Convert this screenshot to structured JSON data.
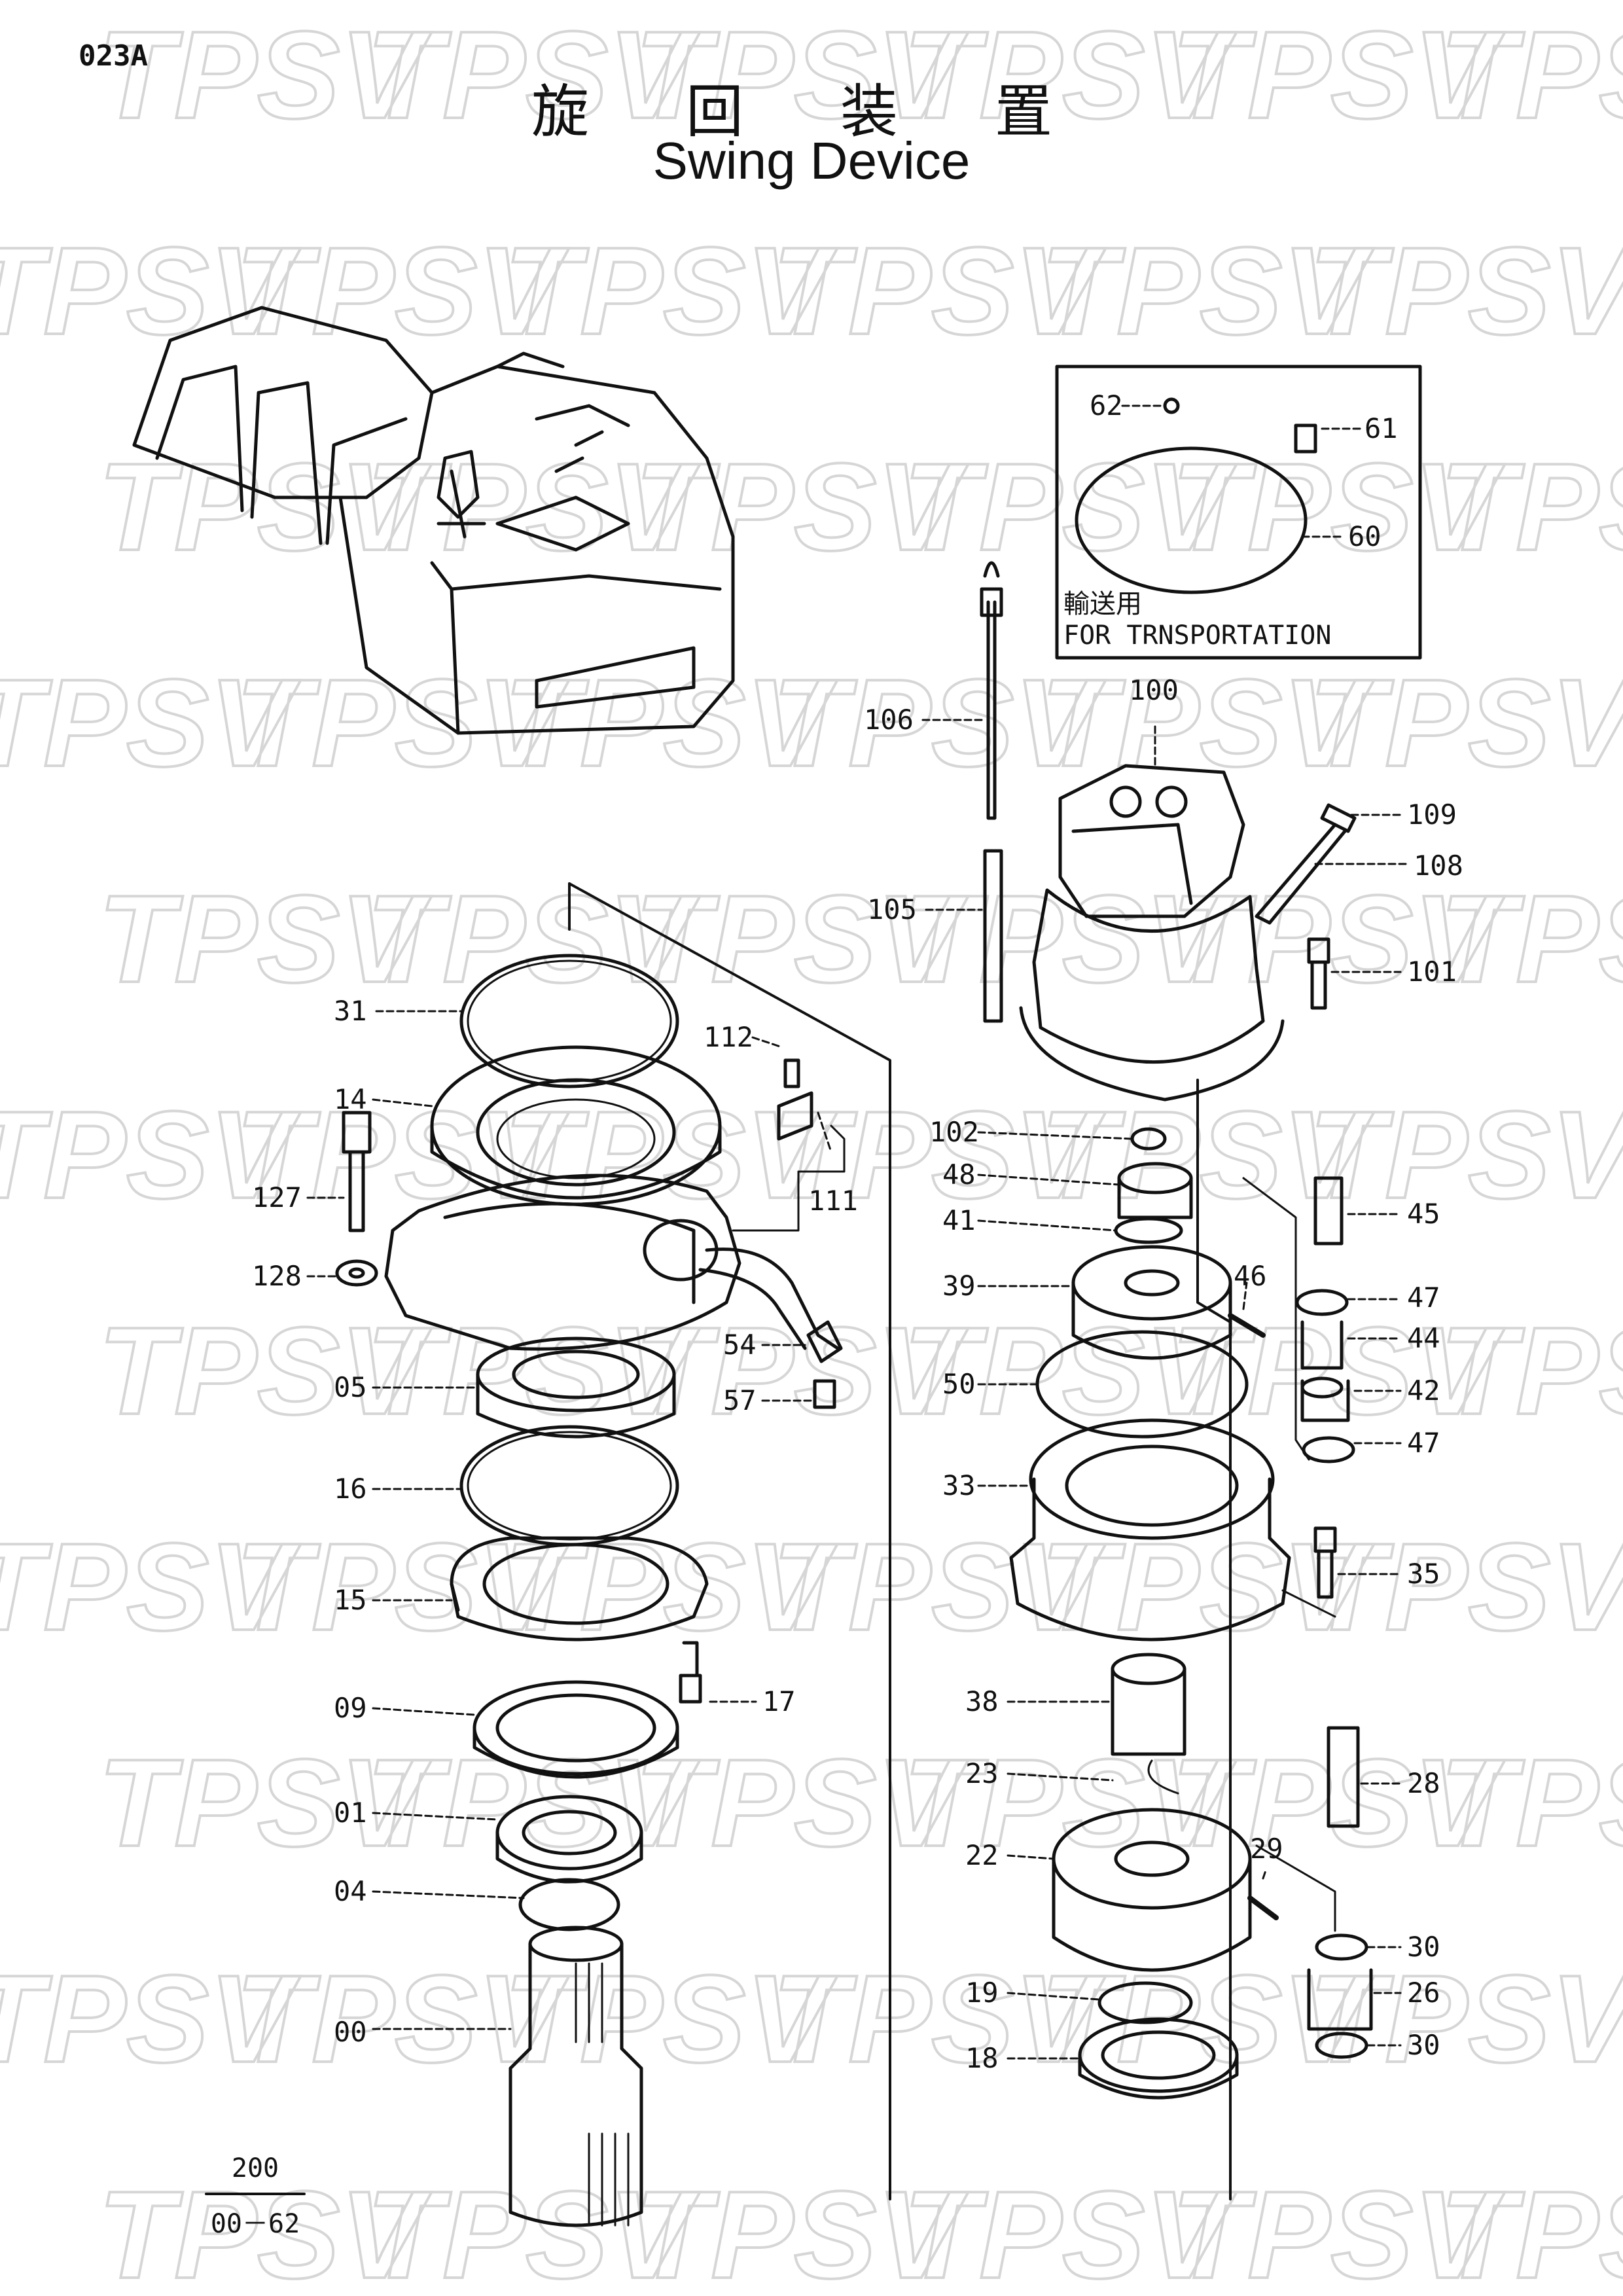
{
  "page_code": "023A",
  "title_jp": "旋 回 装 置",
  "title_en": "Swing Device",
  "inset": {
    "note_jp": "輸送用",
    "note_en": "FOR TRNSPORTATION"
  },
  "page_ref": {
    "top": "200",
    "bottom": "00－62"
  },
  "watermark": "TPSV",
  "parts": {
    "p31": "31",
    "p14": "14",
    "p127": "127",
    "p128": "128",
    "p112": "112",
    "p111": "111",
    "p54": "54",
    "p57": "57",
    "p05": "05",
    "p16": "16",
    "p15": "15",
    "p17": "17",
    "p09": "09",
    "p01": "01",
    "p04": "04",
    "p00": "00",
    "p62": "62",
    "p61": "61",
    "p60": "60",
    "p106": "106",
    "p100": "100",
    "p109": "109",
    "p108": "108",
    "p105": "105",
    "p101": "101",
    "p102": "102",
    "p48": "48",
    "p41": "41",
    "p45": "45",
    "p39": "39",
    "p46": "46",
    "p47a": "47",
    "p44": "44",
    "p50": "50",
    "p42": "42",
    "p47b": "47",
    "p33": "33",
    "p35": "35",
    "p38": "38",
    "p23": "23",
    "p28": "28",
    "p22": "22",
    "p29": "29",
    "p30a": "30",
    "p26": "26",
    "p19": "19",
    "p18": "18",
    "p30b": "30"
  }
}
